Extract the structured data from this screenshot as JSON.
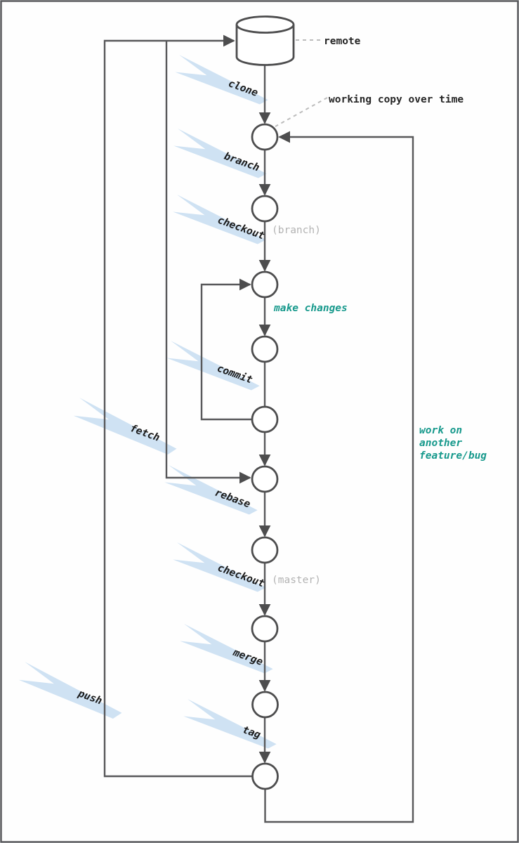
{
  "diagram": {
    "nodes": {
      "remote_label": "remote",
      "working_copy_label": "working copy over time"
    },
    "actions": [
      {
        "label": "clone"
      },
      {
        "label": "branch"
      },
      {
        "label": "checkout",
        "qualifier": "(branch)"
      },
      {
        "label": "commit"
      },
      {
        "label": "fetch"
      },
      {
        "label": "rebase"
      },
      {
        "label": "checkout",
        "qualifier": "(master)"
      },
      {
        "label": "merge"
      },
      {
        "label": "push"
      },
      {
        "label": "tag"
      }
    ],
    "annotations": {
      "make_changes": "make changes",
      "work_on_lines": [
        "work on",
        "another",
        "feature/bug"
      ]
    },
    "colors": {
      "banner_fill": "#cfe2f3",
      "line": "#58585a",
      "teal": "#17998c",
      "muted_gray": "#b3b3b3",
      "dash_gray": "#bcbcbc"
    }
  }
}
